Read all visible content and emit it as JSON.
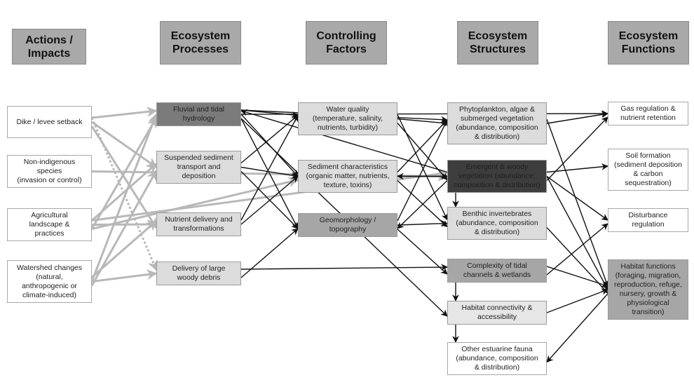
{
  "headers": [
    {
      "id": "actions",
      "label": "Actions /\nImpacts"
    },
    {
      "id": "processes",
      "label": "Ecosystem\nProcesses"
    },
    {
      "id": "factors",
      "label": "Controlling\nFactors"
    },
    {
      "id": "structures",
      "label": "Ecosystem\nStructures"
    },
    {
      "id": "functions",
      "label": "Ecosystem\nFunctions"
    }
  ],
  "nodes": {
    "dike": "Dike / levee setback",
    "nonindigenous": "Non-indigenous\nspecies\n(invasion or control)",
    "agricultural": "Agricultural\nlandscape &\npractices",
    "watershed": "Watershed changes\n(natural,\nanthropogenic or\nclimate-induced)",
    "hydrology": "Fluvial and tidal\nhydrology",
    "sediment_transport": "Suspended sediment\ntransport and\ndeposition",
    "nutrient_delivery": "Nutrient delivery and\ntransformations",
    "woody_debris": "Delivery of large\nwoody debris",
    "water_quality": "Water quality\n(temperature, salinity,\nnutrients, turbidity)",
    "sediment_char": "Sediment characteristics\n(organic matter, nutrients,\ntexture, toxins)",
    "geomorphology": "Geomorphology /\ntopography",
    "phytoplankton": "Phytoplankton, algae &\nsubmerged vegetation\n(abundance, composition\n& distribution)",
    "emergent": "Emergent & woody\nvegetation (abundance,\ncomposition & distribution)",
    "benthic": "Benthic invertebrates\n(abundance, composition\n& distribution)",
    "channels": "Complexity of tidal\nchannels & wetlands",
    "connectivity": "Habitat connectivity &\naccessibility",
    "fauna": "Other estuarine fauna\n(abundance, composition\n& distribution)",
    "gas": "Gas regulation &\nnutrient retention",
    "soil": "Soil formation\n(sediment deposition\n& carbon\nsequestration)",
    "disturbance": "Disturbance\nregulation",
    "habitat": "Habitat functions\n(foraging, migration,\nreproduction, refuge,\nnursery, growth &\nphysiological\ntransition)"
  },
  "colors": {
    "impact_arrow": "#b8b8b8",
    "process_arrow": "#111111",
    "header_fill": "#a9a9a9"
  },
  "links": {
    "impacts": [
      [
        "dike",
        "hydrology",
        "solid"
      ],
      [
        "dike",
        "sediment_transport",
        "solid"
      ],
      [
        "dike",
        "nutrient_delivery",
        "solid"
      ],
      [
        "dike",
        "woody_debris",
        "dotted"
      ],
      [
        "nonindigenous",
        "emergent",
        "solid"
      ],
      [
        "agricultural",
        "hydrology",
        "solid"
      ],
      [
        "agricultural",
        "sediment_transport",
        "solid"
      ],
      [
        "agricultural",
        "nutrient_delivery",
        "solid"
      ],
      [
        "agricultural",
        "sediment_char",
        "solid"
      ],
      [
        "agricultural",
        "emergent",
        "solid"
      ],
      [
        "watershed",
        "hydrology",
        "solid"
      ],
      [
        "watershed",
        "sediment_transport",
        "solid"
      ],
      [
        "watershed",
        "nutrient_delivery",
        "solid"
      ],
      [
        "watershed",
        "woody_debris",
        "solid"
      ]
    ],
    "processes": [
      [
        "hydrology",
        "water_quality"
      ],
      [
        "hydrology",
        "sediment_char"
      ],
      [
        "hydrology",
        "geomorphology"
      ],
      [
        "hydrology",
        "phytoplankton"
      ],
      [
        "hydrology",
        "gas"
      ],
      [
        "hydrology",
        "connectivity"
      ],
      [
        "sediment_transport",
        "water_quality"
      ],
      [
        "sediment_transport",
        "sediment_char"
      ],
      [
        "sediment_transport",
        "geomorphology"
      ],
      [
        "nutrient_delivery",
        "water_quality"
      ],
      [
        "nutrient_delivery",
        "sediment_char"
      ],
      [
        "woody_debris",
        "geomorphology"
      ],
      [
        "woody_debris",
        "channels"
      ],
      [
        "water_quality",
        "phytoplankton"
      ],
      [
        "water_quality",
        "emergent"
      ],
      [
        "water_quality",
        "benthic"
      ],
      [
        "sediment_char",
        "emergent"
      ],
      [
        "sediment_char",
        "benthic"
      ],
      [
        "sediment_char",
        "phytoplankton"
      ],
      [
        "geomorphology",
        "benthic"
      ],
      [
        "geomorphology",
        "channels"
      ],
      [
        "geomorphology",
        "phytoplankton"
      ],
      [
        "emergent",
        "sediment_char"
      ],
      [
        "emergent",
        "geomorphology"
      ],
      [
        "emergent",
        "hydrology"
      ],
      [
        "emergent",
        "benthic"
      ],
      [
        "channels",
        "connectivity"
      ],
      [
        "connectivity",
        "fauna"
      ],
      [
        "phytoplankton",
        "gas"
      ],
      [
        "emergent",
        "gas"
      ],
      [
        "emergent",
        "soil"
      ],
      [
        "emergent",
        "disturbance"
      ],
      [
        "channels",
        "disturbance"
      ],
      [
        "channels",
        "habitat"
      ],
      [
        "connectivity",
        "habitat"
      ],
      [
        "benthic",
        "habitat"
      ],
      [
        "phytoplankton",
        "habitat"
      ],
      [
        "emergent",
        "habitat"
      ],
      [
        "habitat",
        "fauna"
      ]
    ]
  }
}
